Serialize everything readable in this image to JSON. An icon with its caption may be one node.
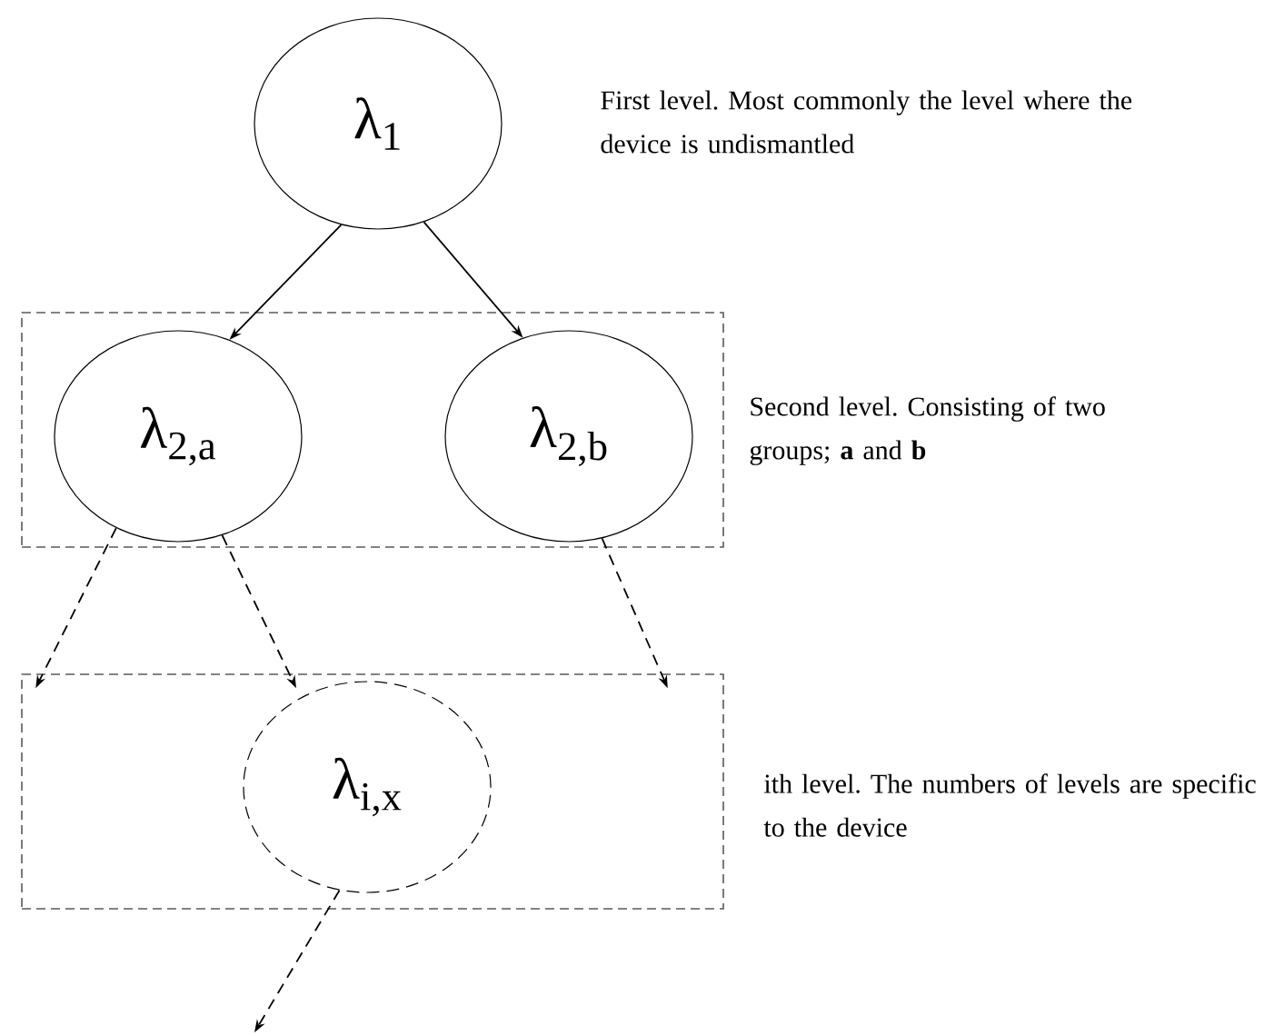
{
  "diagram": {
    "nodes": [
      {
        "text": [
          "λ$_{1}$"
        ],
        "beside": [
          "First level. Most commonly the level where the device is undismantled"
        ]
      },
      {
        "text": [],
        "shape": "box",
        "beside": [
          "Second level. Consisting of two groups; **a** and **b**"
        ]
      },
      {
        "text": [
          "λ$_{2,a}$"
        ],
        "in": 1
      },
      {
        "text": [
          "λ$_{2,b}$"
        ],
        "in": 1
      },
      {
        "text": [],
        "shape": "box",
        "beside": [
          "ith level. The numbers of levels are specific to the device"
        ]
      },
      {
        "text": [
          "λ$_{i,x}$"
        ],
        "in": 4
      }
    ],
    "edges": [
      {
        "from": 0,
        "to": 2,
        "arrow": "to"
      },
      {
        "from": 0,
        "to": 3,
        "arrow": "to"
      },
      {
        "from": 2,
        "to": 4,
        "arrow": "to",
        "style": "dashed"
      },
      {
        "from": 2,
        "to": 4,
        "arrow": "to",
        "style": "dashed"
      },
      {
        "from": 3,
        "to": 4,
        "arrow": "to",
        "style": "dashed"
      },
      {
        "from": 5,
        "to": null,
        "arrow": "to",
        "style": "dashed"
      }
    ]
  }
}
